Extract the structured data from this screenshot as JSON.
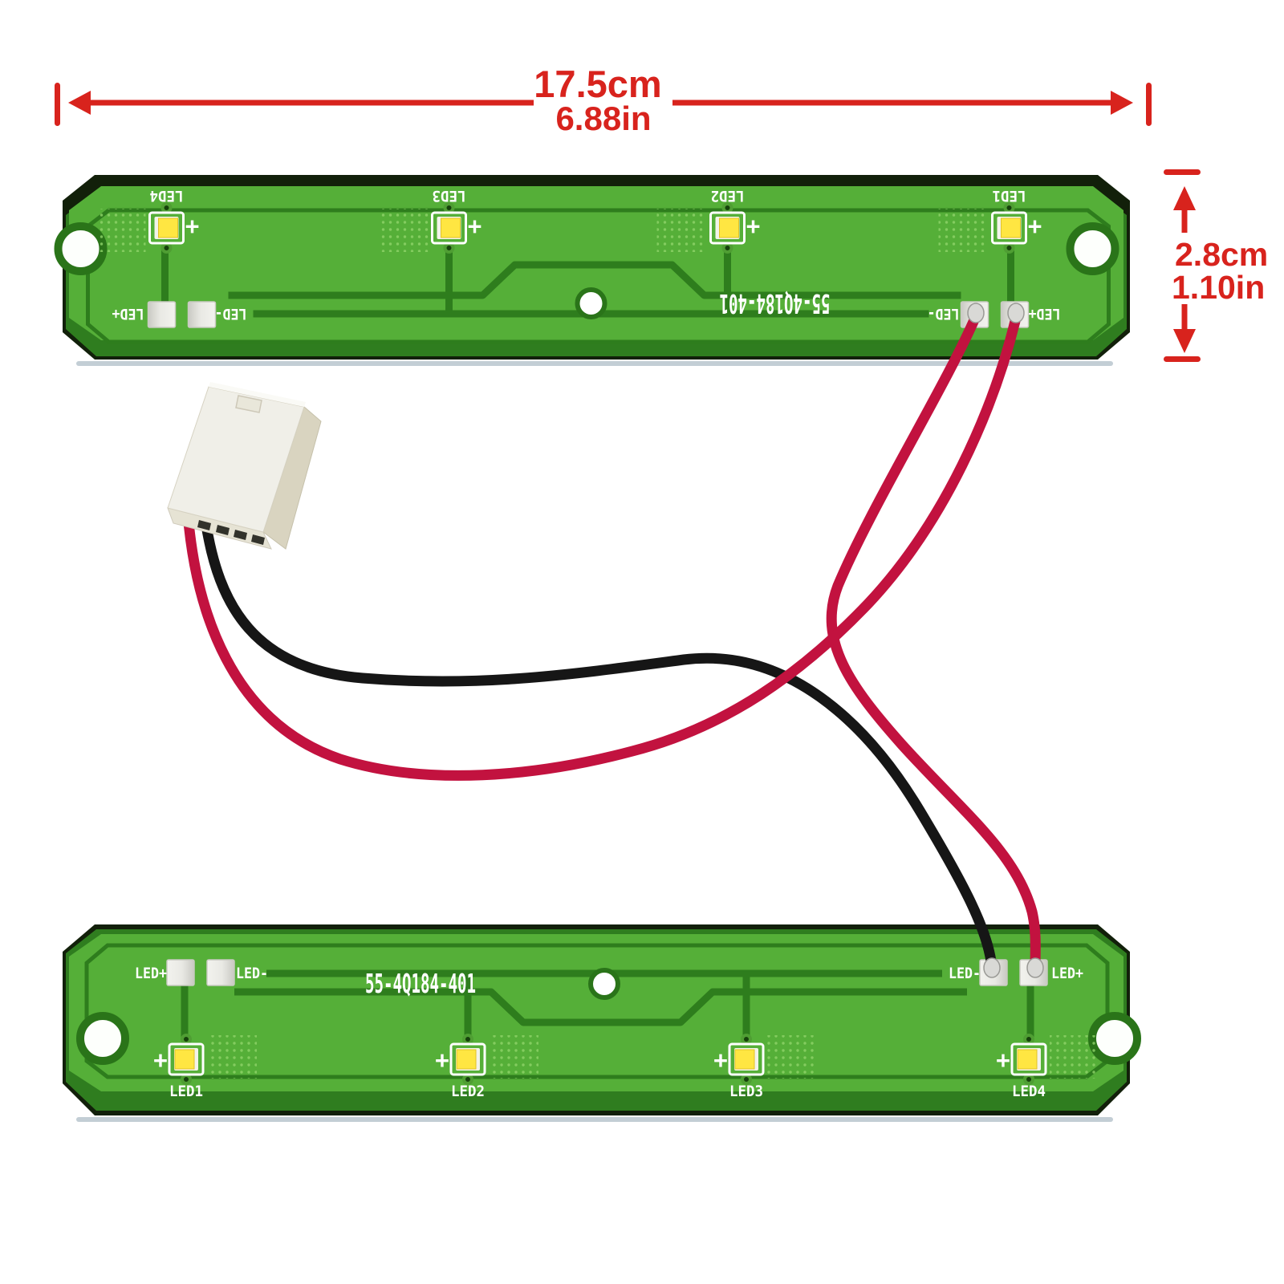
{
  "dimensions": {
    "width": {
      "metric": "17.5cm",
      "imperial": "6.88in"
    },
    "height": {
      "metric": "2.8cm",
      "imperial": "1.10in"
    }
  },
  "boards": {
    "top": {
      "part_number": "55-4Q184-401",
      "plus_sign": "+",
      "leds": [
        {
          "label": "LED1"
        },
        {
          "label": "LED2"
        },
        {
          "label": "LED3"
        },
        {
          "label": "LED4"
        }
      ],
      "pads_left": [
        "LED+",
        "LED-"
      ],
      "pads_right": [
        "LED-",
        "LED+"
      ]
    },
    "bottom": {
      "part_number": "55-4Q184-401",
      "plus_sign": "+",
      "leds": [
        {
          "label": "LED1"
        },
        {
          "label": "LED2"
        },
        {
          "label": "LED3"
        },
        {
          "label": "LED4"
        }
      ],
      "pads_left": [
        "LED+",
        "LED-"
      ],
      "pads_right": [
        "LED-",
        "LED+"
      ]
    }
  },
  "colors": {
    "board_green": "#55af38",
    "board_side_green": "#2f7d1f",
    "board_edge_dark": "#12200a",
    "trace_green": "#2e7d1d",
    "silkscreen_white": "#ffffff",
    "led_yellow": "#ffe642",
    "dimension_red": "#d8231d",
    "wire_red": "#c2123f",
    "wire_black": "#161616",
    "connector_beige": "#f0efe8",
    "pad_silver": "#e9e9e4"
  }
}
